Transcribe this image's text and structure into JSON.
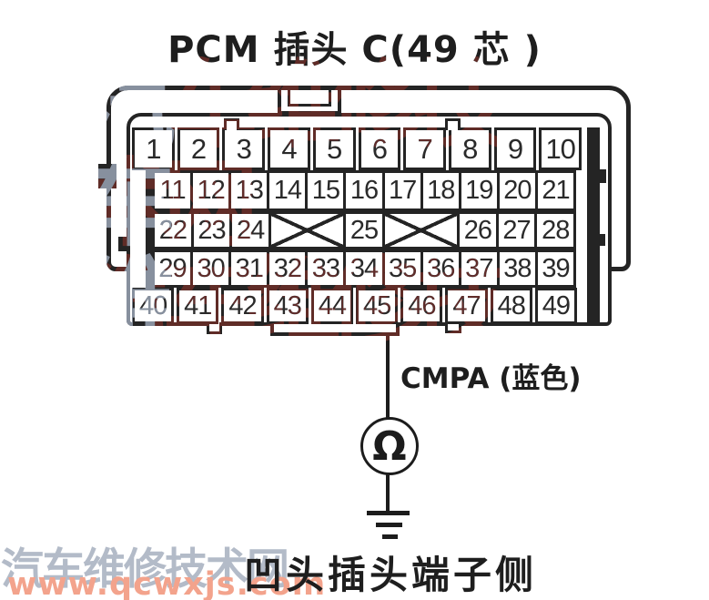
{
  "title": "PCM 插头 C(49 芯 )",
  "connector": {
    "pin_count": 49,
    "rows": [
      {
        "cells": [
          {
            "label": "1"
          },
          {
            "label": "2"
          },
          {
            "label": "3"
          },
          {
            "label": "4"
          },
          {
            "label": "5"
          },
          {
            "label": "6"
          },
          {
            "label": "7"
          },
          {
            "label": "8"
          },
          {
            "label": "9"
          },
          {
            "label": "10"
          }
        ]
      },
      {
        "cells": [
          {
            "label": "11"
          },
          {
            "label": "12"
          },
          {
            "label": "13"
          },
          {
            "label": "14"
          },
          {
            "label": "15"
          },
          {
            "label": "16"
          },
          {
            "label": "17"
          },
          {
            "label": "18"
          },
          {
            "label": "19"
          },
          {
            "label": "20"
          },
          {
            "label": "21"
          }
        ]
      },
      {
        "cells": [
          {
            "label": "22"
          },
          {
            "label": "23"
          },
          {
            "label": "24"
          },
          {
            "blocked": true,
            "span": 2
          },
          {
            "label": "25"
          },
          {
            "blocked": true,
            "span": 2
          },
          {
            "label": "26"
          },
          {
            "label": "27"
          },
          {
            "label": "28"
          }
        ]
      },
      {
        "cells": [
          {
            "label": "29"
          },
          {
            "label": "30"
          },
          {
            "label": "31"
          },
          {
            "label": "32"
          },
          {
            "label": "33"
          },
          {
            "label": "34"
          },
          {
            "label": "35"
          },
          {
            "label": "36"
          },
          {
            "label": "37"
          },
          {
            "label": "38"
          },
          {
            "label": "39"
          }
        ]
      },
      {
        "cells": [
          {
            "label": "40"
          },
          {
            "label": "41"
          },
          {
            "label": "42"
          },
          {
            "label": "43"
          },
          {
            "label": "44"
          },
          {
            "label": "45"
          },
          {
            "label": "46"
          },
          {
            "label": "47"
          },
          {
            "label": "48"
          },
          {
            "label": "49"
          }
        ]
      }
    ]
  },
  "circuit": {
    "wire_label": "CMPA (蓝色)",
    "wire_from_pin": "45",
    "meter_symbol": "Ω",
    "caption": "凹头插头端子侧"
  },
  "watermark": {
    "site_name": "汽车维修技术网",
    "site_url": "www.qcwxjs.com",
    "overlay_text": "汽车维修技术网\n汽车维修技术网\n汽车维修技术网"
  },
  "colors": {
    "ink": "#242424",
    "overlay_maroon": "#602c27",
    "overlay_gray": "#87909e",
    "watermark_name": "#b3bbc8",
    "watermark_url": "#f3a38c"
  }
}
